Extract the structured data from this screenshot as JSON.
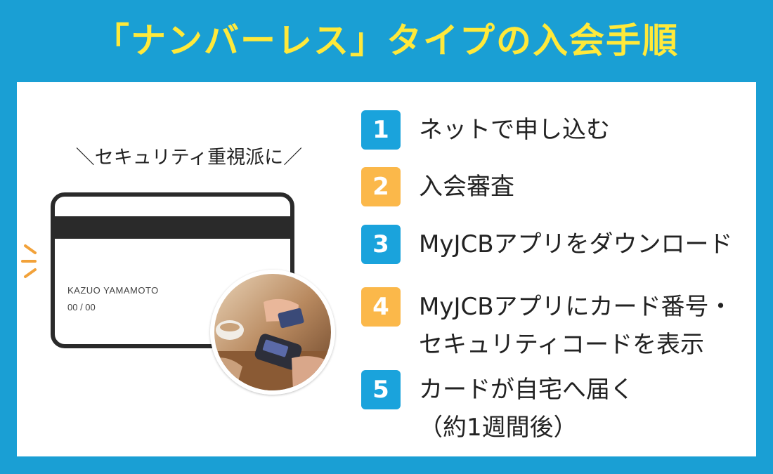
{
  "title": "「ナンバーレス」タイプの入会手順",
  "tagline": "＼セキュリティ重視派に／",
  "card": {
    "holder_name": "KAZUO YAMAMOTO",
    "expiry": "00 / 00"
  },
  "steps": [
    {
      "number": "1",
      "lines": [
        "ネットで申し込む"
      ],
      "color": "#1aa3dc"
    },
    {
      "number": "2",
      "lines": [
        "入会審査"
      ],
      "color": "#fbb84a"
    },
    {
      "number": "3",
      "lines": [
        "MyJCBアプリをダウンロード"
      ],
      "color": "#1aa3dc"
    },
    {
      "number": "4",
      "lines": [
        "MyJCBアプリにカード番号・",
        "セキュリティコードを表示"
      ],
      "color": "#fbb84a"
    },
    {
      "number": "5",
      "lines": [
        "カードが自宅へ届く",
        "（約1週間後）"
      ],
      "color": "#1aa3dc"
    }
  ],
  "colors": {
    "background": "#1a9fd4",
    "title": "#ffe93a",
    "panel": "#ffffff",
    "accent_orange": "#fbb84a"
  }
}
